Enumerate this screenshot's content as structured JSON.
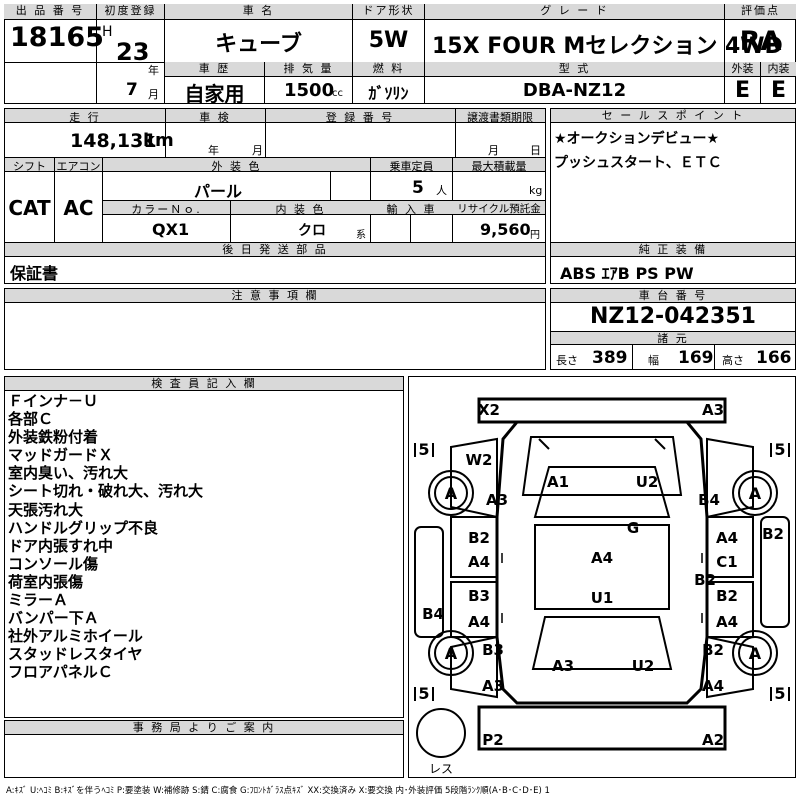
{
  "header": {
    "lot_no_label": "出 品 番 号",
    "lot_no": "18165",
    "first_reg_label": "初度登録",
    "era": "H",
    "year": "23",
    "year_unit": "年",
    "month": "7",
    "month_unit": "月",
    "car_name_label": "車 名",
    "car_name": "キューブ",
    "door_label": "ドア形状",
    "door": "5W",
    "grade_label": "グ レ ー ド",
    "grade": "15X FOUR Mセレクション 4WD",
    "score_label": "評価点",
    "score": "RA",
    "history_label": "車 歴",
    "history": "自家用",
    "displacement_label": "排 気 量",
    "displacement": "1500",
    "displacement_unit": "cc",
    "fuel_label": "燃 料",
    "fuel": "ｶﾞｿﾘﾝ",
    "model_label": "型 式",
    "model": "DBA-NZ12",
    "ext_label": "外装",
    "ext": "E",
    "int_label": "内装",
    "int": "E"
  },
  "row2": {
    "mileage_label": "走 行",
    "mileage": "148,131",
    "mileage_unit": "km",
    "inspection_label": "車 検",
    "insp_year_unit": "年",
    "insp_month_unit": "月",
    "reg_no_label": "登 録 番 号",
    "transfer_label": "譲渡書類期限",
    "transfer_month_unit": "月",
    "transfer_day_unit": "日",
    "shift_label": "シフト",
    "shift": "CAT",
    "ac_label": "エアコン",
    "ac": "AC",
    "color_label": "外 装 色",
    "color": "パール",
    "seats_label": "乗車定員",
    "seats": "5",
    "seats_unit": "人",
    "load_label": "最大積載量",
    "load_unit": "kg",
    "color_no_label": "カラーＮｏ.",
    "color_no": "QX1",
    "int_color_label": "内 装 色",
    "int_color": "クロ",
    "int_color_unit": "系",
    "import_label": "輸 入 車",
    "recycle_label": "リサイクル預託金",
    "recycle": "9,560",
    "recycle_unit": "円",
    "later_label": "後 日 発 送 部 品",
    "later": "保証書"
  },
  "sales": {
    "label": "セ ー ル ス ポ イ ン ト",
    "lines": [
      "★オークションデビュー★",
      "プッシュスタート、ＥＴＣ"
    ],
    "equip_label": "純 正 装 備",
    "equip": "ABS ｴｱB PS PW",
    "chassis_label": "車 台 番 号",
    "chassis": "NZ12-042351",
    "dims_label": "諸 元",
    "len_label": "長さ",
    "len": "389",
    "width_label": "幅",
    "width": "169",
    "height_label": "高さ",
    "height": "166"
  },
  "notes_label": "注 意 事 項 欄",
  "inspector": {
    "label": "検 査 員 記 入 欄",
    "lines": [
      "Ｆインナ－Ｕ",
      "各部Ｃ",
      "外装鉄粉付着",
      "マッドガードＸ",
      "室内臭い、汚れ大",
      "シート切れ・破れ大、汚れ大",
      "天張汚れ大",
      "ハンドルグリップ不良",
      "ドア内張すれ中",
      "コンソール傷",
      "荷室内張傷",
      "ミラーＡ",
      "バンパー下Ａ",
      "社外アルミホイール",
      "スタッドレスタイヤ",
      "フロアパネルＣ"
    ]
  },
  "office_label": "事 務 局 よ り ご 案 内",
  "diagram": {
    "marks": {
      "x2": "X2",
      "a3_top": "A3",
      "w2": "W2",
      "a3_l": "A3",
      "a1": "A1",
      "u2_t": "U2",
      "b4_r": "B4",
      "g": "G",
      "b2_l": "B2",
      "a4_l": "A4",
      "a4_c": "A4",
      "a4_r": "A4",
      "c1": "C1",
      "b2_r": "B2",
      "b2_far": "B2",
      "b3_l": "B3",
      "a4_l2": "A4",
      "u1": "U1",
      "b2_r2": "B2",
      "a4_r2": "A4",
      "b4_l": "B4",
      "b3_l2": "B3",
      "a3_b": "A3",
      "u2_b": "U2",
      "b2_rb": "B2",
      "a3_lb": "A3",
      "a4_rb": "A4",
      "p2": "P2",
      "a2": "A2"
    },
    "tires": "A",
    "tread": "5",
    "spare": "レス"
  },
  "legend": "A:ｷｽﾞ U:ﾍｺﾐ B:ｷｽﾞを伴うﾍｺﾐ P:要塗装 W:補修跡 S:錆 C:腐食 G:ﾌﾛﾝﾄｶﾞﾗｽ点ｷｽﾞ XX:交換済み X:要交換 内･外装評価 5段階ﾗﾝｸ順(A･B･C･D･E) 1"
}
